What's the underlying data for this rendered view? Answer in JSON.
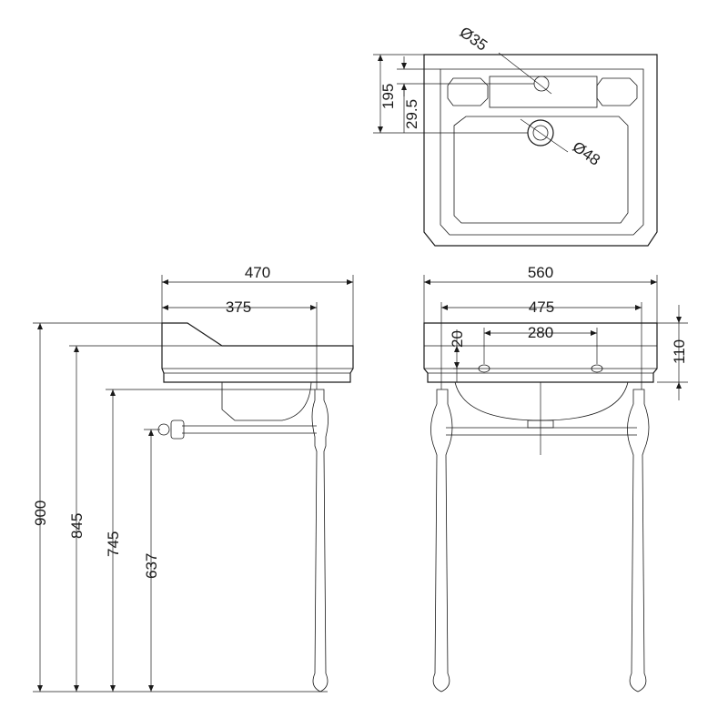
{
  "plan_view": {
    "tap_hole": "Ø35",
    "waste_hole": "Ø48",
    "depth_basin": "195",
    "rim_offset": "29.5"
  },
  "side_view": {
    "overall_depth": "470",
    "leg_depth": "375",
    "height_overall": "900",
    "height_rim": "845",
    "height_basin_underside": "745",
    "height_waste_outlet": "637"
  },
  "front_view": {
    "overall_width": "560",
    "leg_centres": "475",
    "tap_centres": "280",
    "tap_hole_depth": "20",
    "basin_depth": "110"
  },
  "colors": {
    "line": "#1a1a1a",
    "background": "#ffffff"
  }
}
